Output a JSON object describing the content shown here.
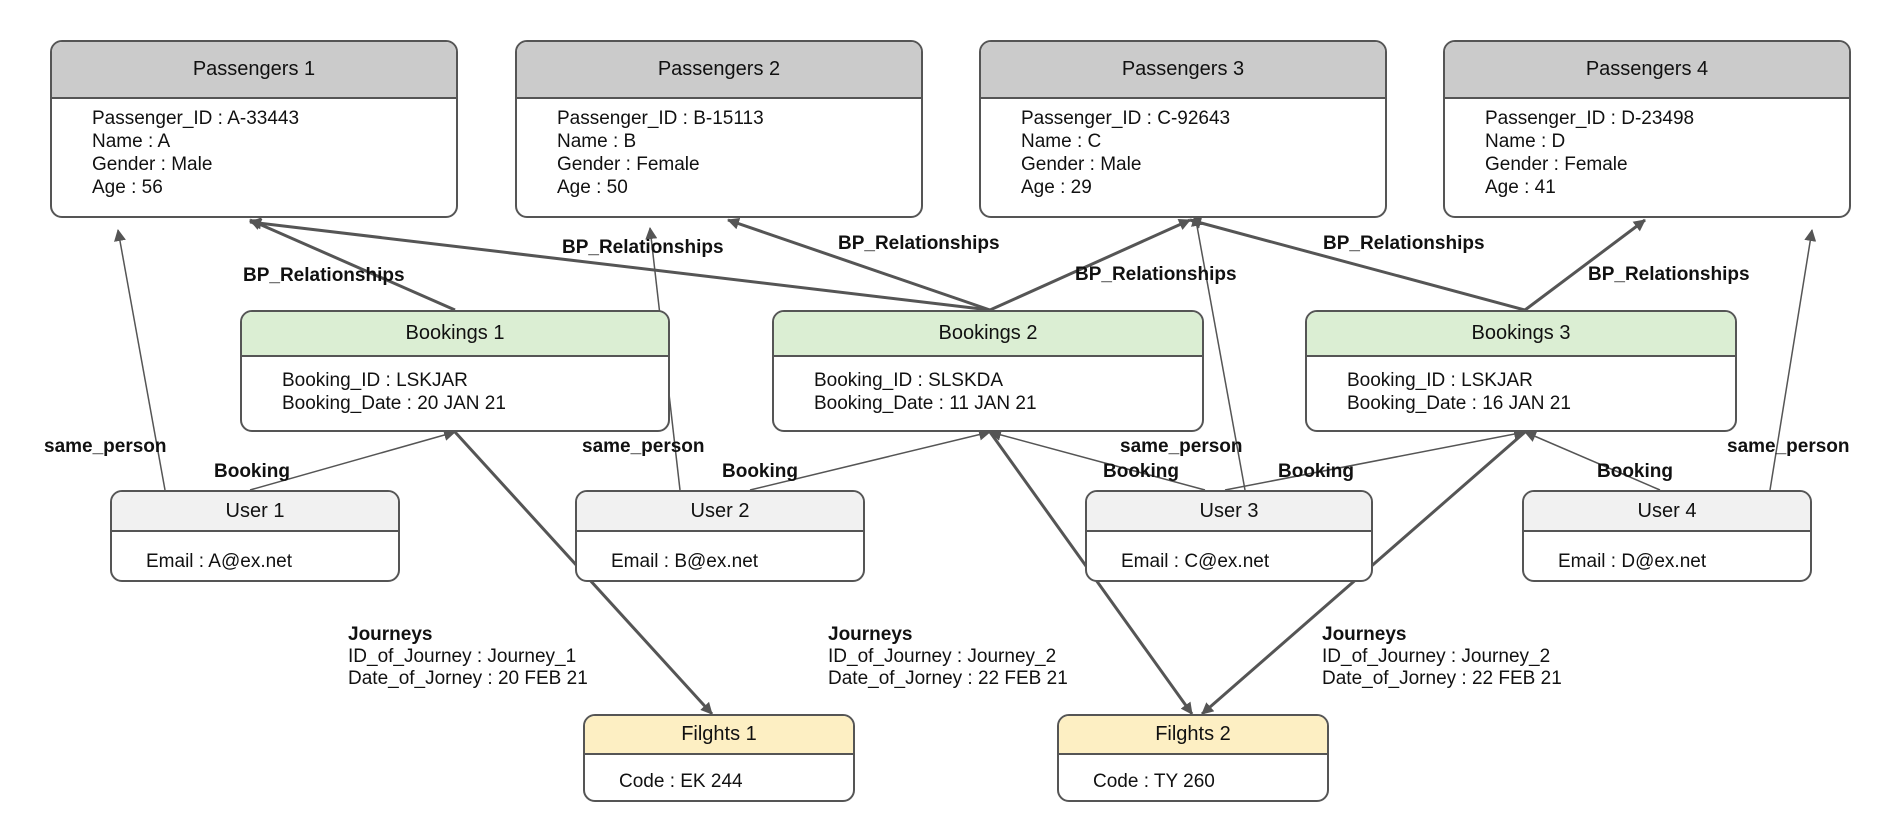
{
  "passengers": [
    {
      "title": "Passengers 1",
      "id": "Passenger_ID : A-33443",
      "name": "Name : A",
      "gender": "Gender : Male",
      "age": "Age : 56"
    },
    {
      "title": "Passengers 2",
      "id": "Passenger_ID : B-15113",
      "name": "Name : B",
      "gender": "Gender : Female",
      "age": "Age : 50"
    },
    {
      "title": "Passengers 3",
      "id": "Passenger_ID : C-92643",
      "name": "Name : C",
      "gender": "Gender : Male",
      "age": "Age : 29"
    },
    {
      "title": "Passengers 4",
      "id": "Passenger_ID : D-23498",
      "name": "Name : D",
      "gender": "Gender : Female",
      "age": "Age : 41"
    }
  ],
  "bookings": [
    {
      "title": "Bookings 1",
      "id": "Booking_ID : LSKJAR",
      "date": "Booking_Date : 20 JAN 21"
    },
    {
      "title": "Bookings 2",
      "id": "Booking_ID : SLSKDA",
      "date": "Booking_Date : 11 JAN 21"
    },
    {
      "title": "Bookings 3",
      "id": "Booking_ID : LSKJAR",
      "date": "Booking_Date : 16 JAN 21"
    }
  ],
  "users": [
    {
      "title": "User 1",
      "email": "Email : A@ex.net"
    },
    {
      "title": "User 2",
      "email": "Email : B@ex.net"
    },
    {
      "title": "User 3",
      "email": "Email : C@ex.net"
    },
    {
      "title": "User 4",
      "email": "Email : D@ex.net"
    }
  ],
  "flights": [
    {
      "title": "Filghts 1",
      "code": "Code : EK 244"
    },
    {
      "title": "Filghts 2",
      "code": "Code : TY 260"
    }
  ],
  "edge_labels": {
    "bp": "BP_Relationships",
    "same_person": "same_person",
    "booking": "Booking"
  },
  "journeys": [
    {
      "title": "Journeys",
      "id": "ID_of_Journey : Journey_1",
      "date": "Date_of_Jorney : 20 FEB 21"
    },
    {
      "title": "Journeys",
      "id": "ID_of_Journey : Journey_2",
      "date": "Date_of_Jorney : 22 FEB 21"
    },
    {
      "title": "Journeys",
      "id": "ID_of_Journey : Journey_2",
      "date": "Date_of_Jorney : 22 FEB 21"
    }
  ],
  "colors": {
    "passenger_header": "#cbcbcb",
    "booking_header": "#dbeed3",
    "user_header": "#f1f1f1",
    "flight_header": "#fdefc3",
    "edge": "#555555"
  }
}
